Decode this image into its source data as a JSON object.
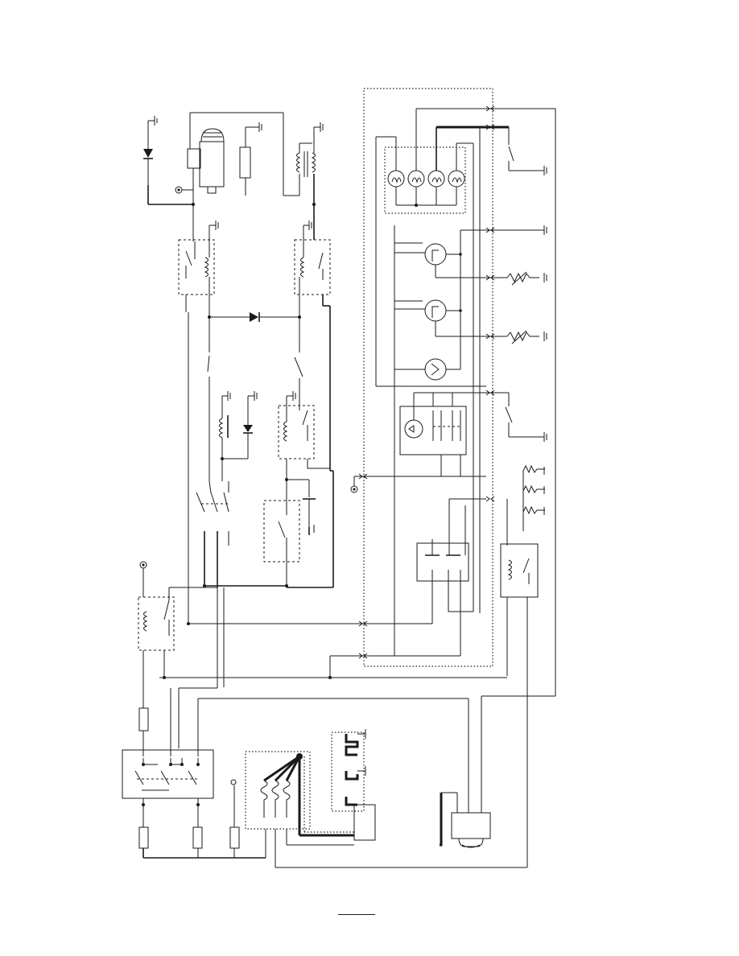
{
  "page": {
    "title": "",
    "page_number": ""
  },
  "diagram": {
    "type": "wiring-schematic",
    "components": [
      "ground-symbol",
      "diode",
      "relay-coil",
      "relay-contact",
      "fuse",
      "transformer",
      "resistor",
      "variable-resistor",
      "lamp",
      "gauge",
      "switch",
      "capacitor",
      "heating-element",
      "connector-terminal",
      "motor",
      "distributor"
    ]
  }
}
